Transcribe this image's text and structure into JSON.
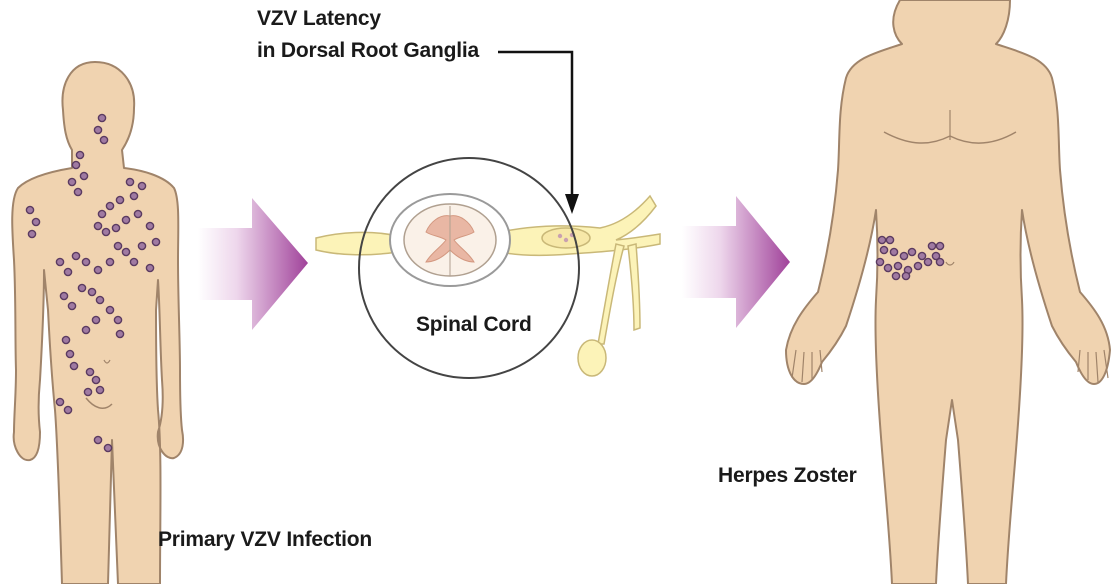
{
  "labels": {
    "latency_line1": "VZV Latency",
    "latency_line2": "in Dorsal Root Ganglia",
    "spinal_cord": "Spinal Cord",
    "herpes_zoster": "Herpes Zoster",
    "primary_infection": "Primary VZV Infection"
  },
  "colors": {
    "skin": "#f0d3b0",
    "skin_outline": "#a0846a",
    "lesion_fill": "#a07aa2",
    "lesion_outline": "#5a3a60",
    "arrow_dark": "#a0429a",
    "arrow_light": "#ffffff",
    "nerve": "#fcf3b8",
    "nerve_outline": "#c9b878",
    "cord_grey_matter": "#e9b7a4"
  },
  "icons": {
    "process_arrows": "right-arrow-icon",
    "lesions": "vesicle-cluster-icon"
  }
}
